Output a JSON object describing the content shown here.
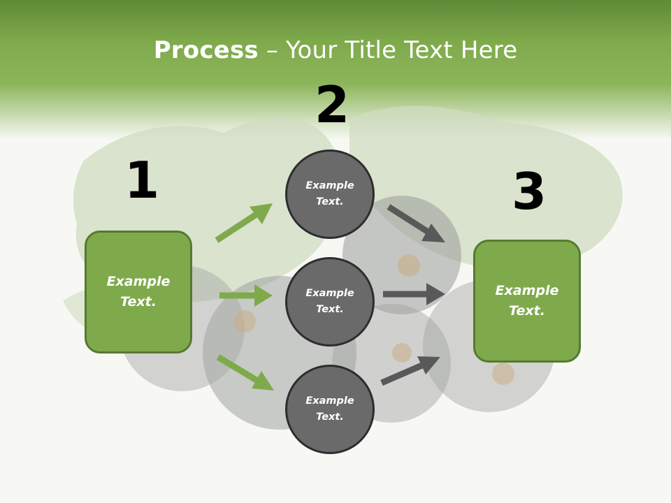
{
  "title": {
    "bold": "Process",
    "rest": " – Your Title Text Here"
  },
  "steps": {
    "one": "1",
    "two": "2",
    "three": "3"
  },
  "left_box": {
    "text": "Example Text."
  },
  "right_box": {
    "text": "Example Text."
  },
  "circles": {
    "top": "Example Text.",
    "middle": "Example Text.",
    "bottom": "Example Text."
  },
  "colors": {
    "green": "#7faa4c",
    "green_border": "#567a30",
    "gray": "#6a6a6a",
    "gray_border": "#2d2d2d",
    "arrow_green": "#7faa4c",
    "arrow_gray": "#595959"
  }
}
